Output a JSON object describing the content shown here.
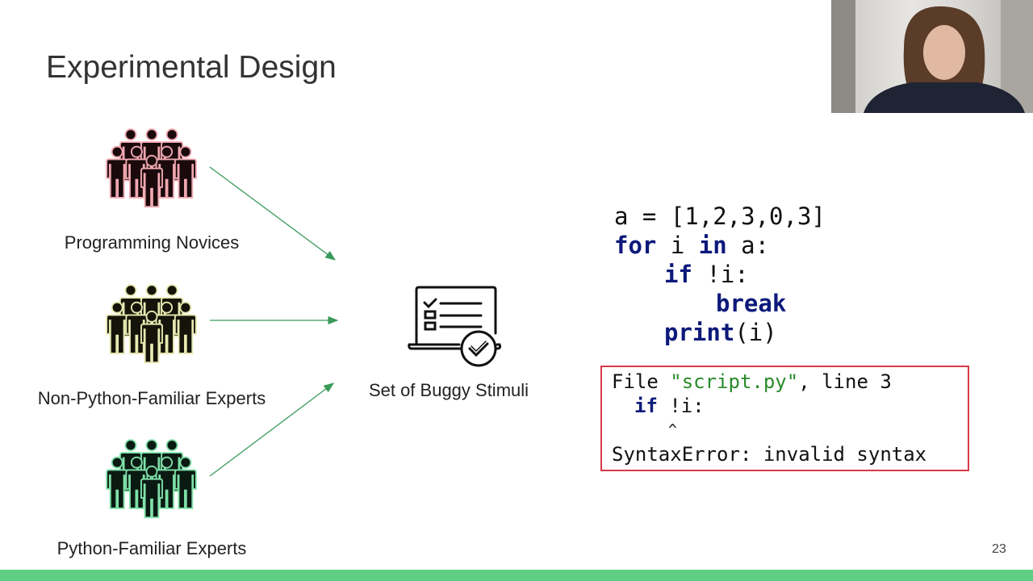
{
  "slide": {
    "title": "Experimental Design",
    "page_number": "23",
    "accent_color": "#5ecf82"
  },
  "groups": [
    {
      "label": "Programming Novices",
      "icon": "people-group-icon",
      "outline_color": "#f0a8b0"
    },
    {
      "label": "Non-Python-Familiar Experts",
      "icon": "people-group-icon",
      "outline_color": "#e6e8b0"
    },
    {
      "label": "Python-Familiar Experts",
      "icon": "people-group-icon",
      "outline_color": "#7fe0a8"
    }
  ],
  "stimuli": {
    "label": "Set of Buggy Stimuli",
    "icon": "laptop-checklist-icon"
  },
  "code": {
    "line1": "a = [1,2,3,0,3]",
    "line2_kw1": "for",
    "line2_mid": " i ",
    "line2_kw2": "in",
    "line2_end": " a:",
    "line3_kw": "if",
    "line3_end": " !i:",
    "line4_kw": "break",
    "line5_kw": "print",
    "line5_end": "(i)"
  },
  "error": {
    "file_prefix": "File ",
    "file_name": "\"script.py\"",
    "file_suffix": ", line 3",
    "line_kw": "if",
    "line_rest": " !i:",
    "caret": "^",
    "message": "SyntaxError: invalid syntax"
  }
}
